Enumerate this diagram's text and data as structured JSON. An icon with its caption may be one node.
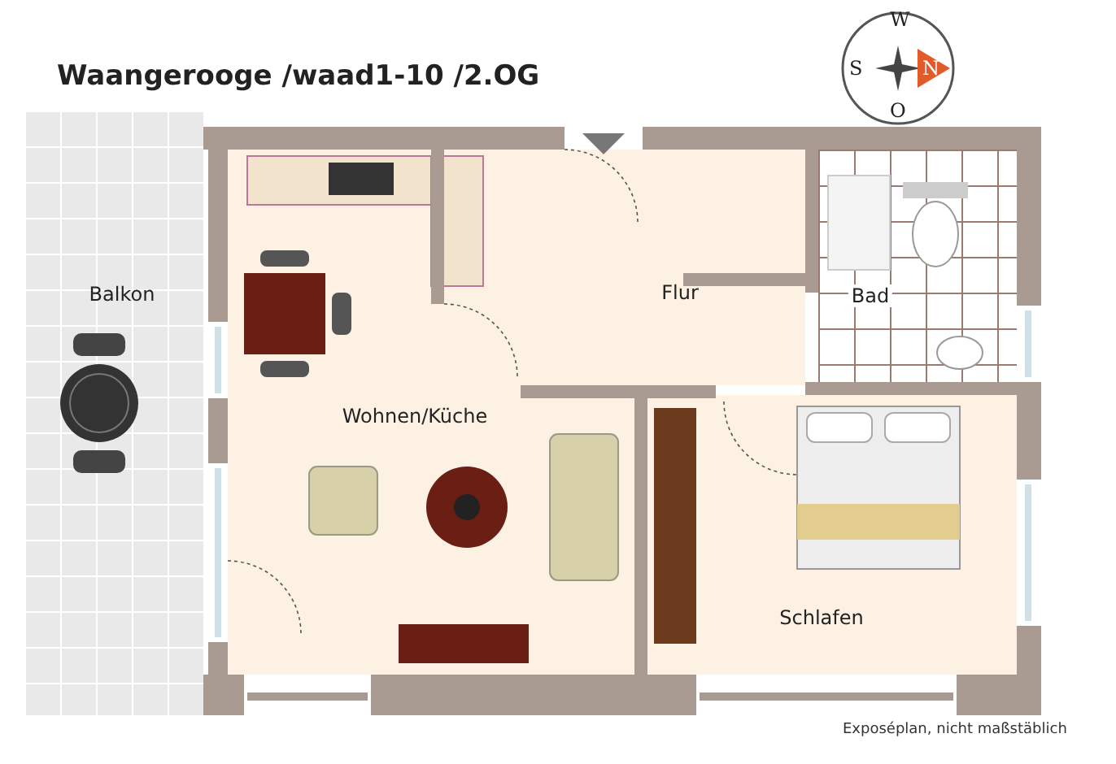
{
  "diagram": {
    "title": "Waangerooge /waad1-10 /2.OG",
    "caption": "Exposéplan, nicht maßstäblich",
    "nodes": [
      {
        "text": [
          "Balkon"
        ]
      },
      {
        "text": [
          "Wohnen/Küche"
        ]
      },
      {
        "text": [
          "Flur"
        ]
      },
      {
        "text": [
          "Bad"
        ]
      },
      {
        "text": [
          "Schlafen"
        ]
      }
    ],
    "labels": [
      "W",
      "S",
      "N",
      "O"
    ]
  }
}
